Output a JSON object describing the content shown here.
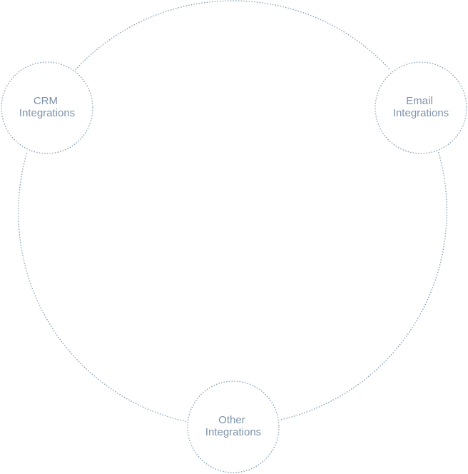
{
  "diagram": {
    "colors": {
      "dots": "#8ea6bd",
      "text": "#7d93aa",
      "background": "#ffffff"
    },
    "nodes": [
      {
        "id": "crm",
        "line1": "CRM",
        "line2": "Integrations"
      },
      {
        "id": "email",
        "line1": "Email",
        "line2": "Integrations"
      },
      {
        "id": "other",
        "line1": "Other",
        "line2": "Integrations"
      }
    ]
  }
}
